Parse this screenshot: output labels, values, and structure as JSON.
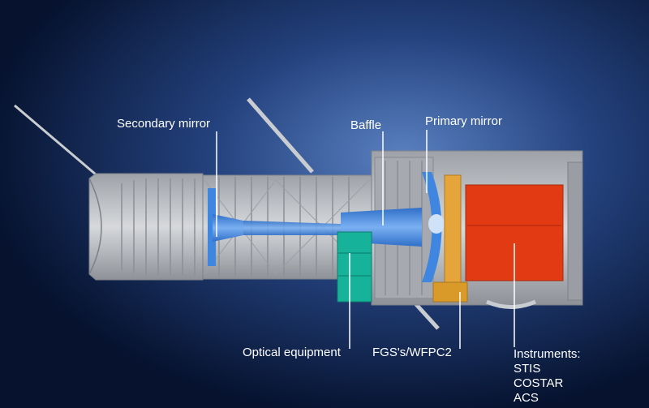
{
  "labels": {
    "secondary_mirror": "Secondary mirror",
    "baffle": "Baffle",
    "primary_mirror": "Primary mirror",
    "optical_equipment": "Optical equipment",
    "fgs_wfpc2": "FGS's/WFPC2",
    "instruments_title": "Instruments:",
    "instruments": [
      "STIS",
      "COSTAR",
      "ACS"
    ]
  },
  "colors": {
    "background_dark": "#06122e",
    "background_glow": "#4a6fae",
    "body_gray": "#b9bcc0",
    "mirror_blue": "#3f86e0",
    "optical_equipment": "#16b39a",
    "fgs_wfpc2": "#d99a2a",
    "instruments": "#e23a12",
    "leader_line": "#ffffff"
  }
}
